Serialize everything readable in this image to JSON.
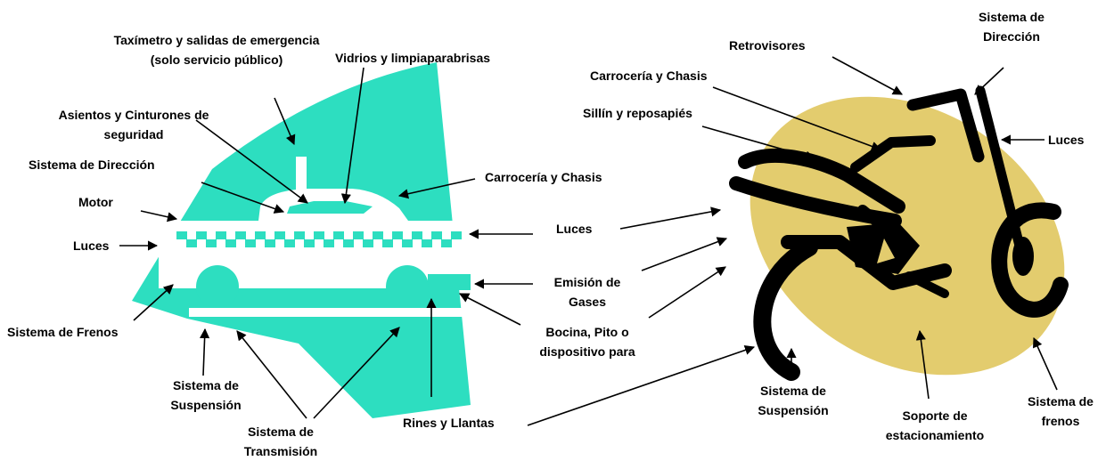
{
  "colors": {
    "taxi_fill": "#2ddec0",
    "moto_oval": "#e3cc6e",
    "ink": "#000000",
    "background": "#ffffff"
  },
  "taxi": {
    "labels": {
      "taximetro_line1": "Taxímetro y salidas de emergencia",
      "taximetro_line2": "(solo servicio público)",
      "vidrios": "Vidrios y limpiaparabrisas",
      "asientos_line1": "Asientos y Cinturones de",
      "asientos_line2": "seguridad",
      "direccion": "Sistema de Dirección",
      "carroceria": "Carrocería y Chasis",
      "motor": "Motor",
      "luces": "Luces",
      "frenos": "Sistema de Frenos",
      "suspension_line1": "Sistema de",
      "suspension_line2": "Suspensión",
      "transmision_line1": "Sistema de",
      "transmision_line2": "Transmisión"
    }
  },
  "shared": {
    "labels": {
      "luces": "Luces",
      "emision_line1": "Emisión de",
      "emision_line2": "Gases",
      "bocina_line1": "Bocina, Pito o",
      "bocina_line2": "dispositivo para",
      "rines": "Rines y Llantas"
    }
  },
  "moto": {
    "labels": {
      "direccion_line1": "Sistema de",
      "direccion_line2": "Dirección",
      "retrovisores": "Retrovisores",
      "carroceria": "Carrocería y Chasis",
      "sillin": "Sillín y reposapiés",
      "luces": "Luces",
      "suspension_line1": "Sistema de",
      "suspension_line2": "Suspensión",
      "soporte_line1": "Soporte de",
      "soporte_line2": "estacionamiento",
      "frenos_line1": "Sistema de",
      "frenos_line2": "frenos"
    }
  }
}
